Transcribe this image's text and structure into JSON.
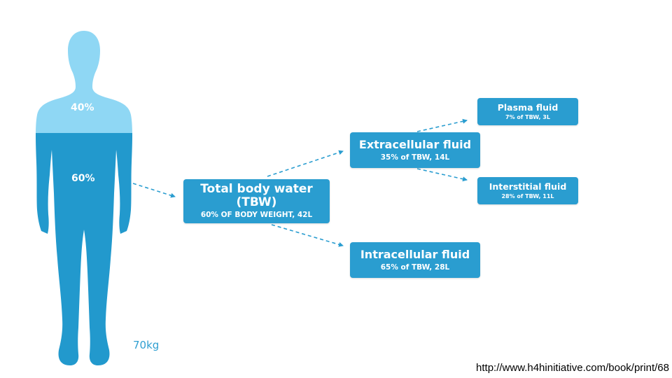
{
  "colors": {
    "body_water": "#2299cd",
    "body_upper": "#8fd7f4",
    "box": "#2a9dd0",
    "arrow": "#2a9dd0",
    "weight_text": "#2f9fd1"
  },
  "body": {
    "upper_percent": "40%",
    "lower_percent": "60%",
    "weight": "70kg"
  },
  "nodes": {
    "tbw": {
      "title": "Total body water (TBW)",
      "subtitle": "60% OF BODY WEIGHT, 42L"
    },
    "ecf": {
      "title": "Extracellular fluid",
      "subtitle": "35% of TBW, 14L"
    },
    "icf": {
      "title": "Intracellular fluid",
      "subtitle": "65% of TBW, 28L"
    },
    "plasma": {
      "title": "Plasma fluid",
      "subtitle": "7% of TBW, 3L"
    },
    "interstitial": {
      "title": "Interstitial fluid",
      "subtitle": "28% of TBW, 11L"
    }
  },
  "source": "http://www.h4hinitiative.com/book/print/68"
}
